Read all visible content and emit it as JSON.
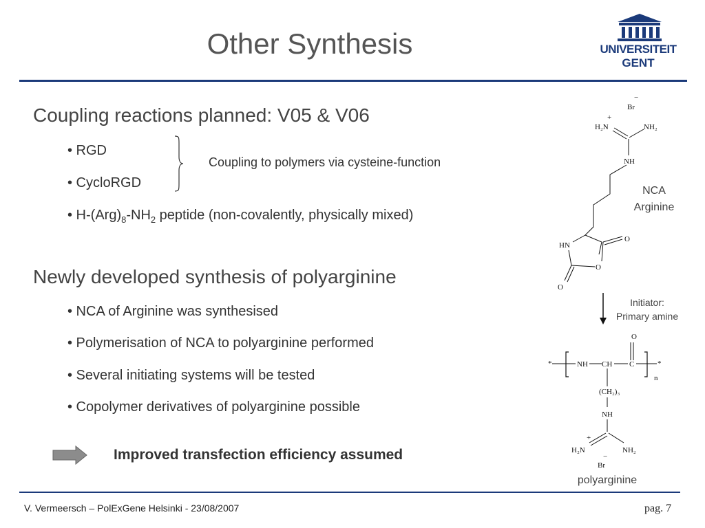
{
  "slide": {
    "title": "Other Synthesis",
    "logo": {
      "line1": "UNIVERSITEIT",
      "line2": "GENT"
    },
    "section1": {
      "heading": "Coupling reactions planned: V05 & V06",
      "bullets": [
        {
          "text": "• RGD"
        },
        {
          "text": "• CycloRGD"
        },
        {
          "pre": "• H-(Arg)",
          "sub1": "8",
          "mid": "-NH",
          "sub2": "2",
          "post": " peptide (non-covalently, physically mixed)"
        }
      ],
      "brace_note": "Coupling to polymers via cysteine-function"
    },
    "section2": {
      "heading": "Newly developed synthesis of polyarginine",
      "bullets": [
        "• NCA of Arginine was synthesised",
        "• Polymerisation of NCA to polyarginine performed",
        "• Several initiating systems will be tested",
        "• Copolymer derivatives of polyarginine possible"
      ]
    },
    "conclusion": "Improved transfection efficiency assumed",
    "footer": {
      "left": "V. Vermeersch – PolExGene Helsinki - 23/08/2007",
      "right": "pag. 7"
    }
  },
  "figure": {
    "nca_label": [
      "NCA",
      "Arginine"
    ],
    "initiator_label": [
      "Initiator:",
      "Primary amine"
    ],
    "product_label": "polyarginine",
    "atoms": {
      "br": "Br",
      "minus": "−",
      "plus": "+",
      "h2n": "H₂N",
      "nh2": "NH₂",
      "nh": "NH",
      "hn": "HN",
      "o": "O",
      "star": "*",
      "ch": "CH",
      "c": "C",
      "n": "n",
      "ch2_3": "(CH₂)₃"
    }
  },
  "colors": {
    "accent": "#1b3a7a",
    "arrow_fill": "#8c8c8c"
  }
}
